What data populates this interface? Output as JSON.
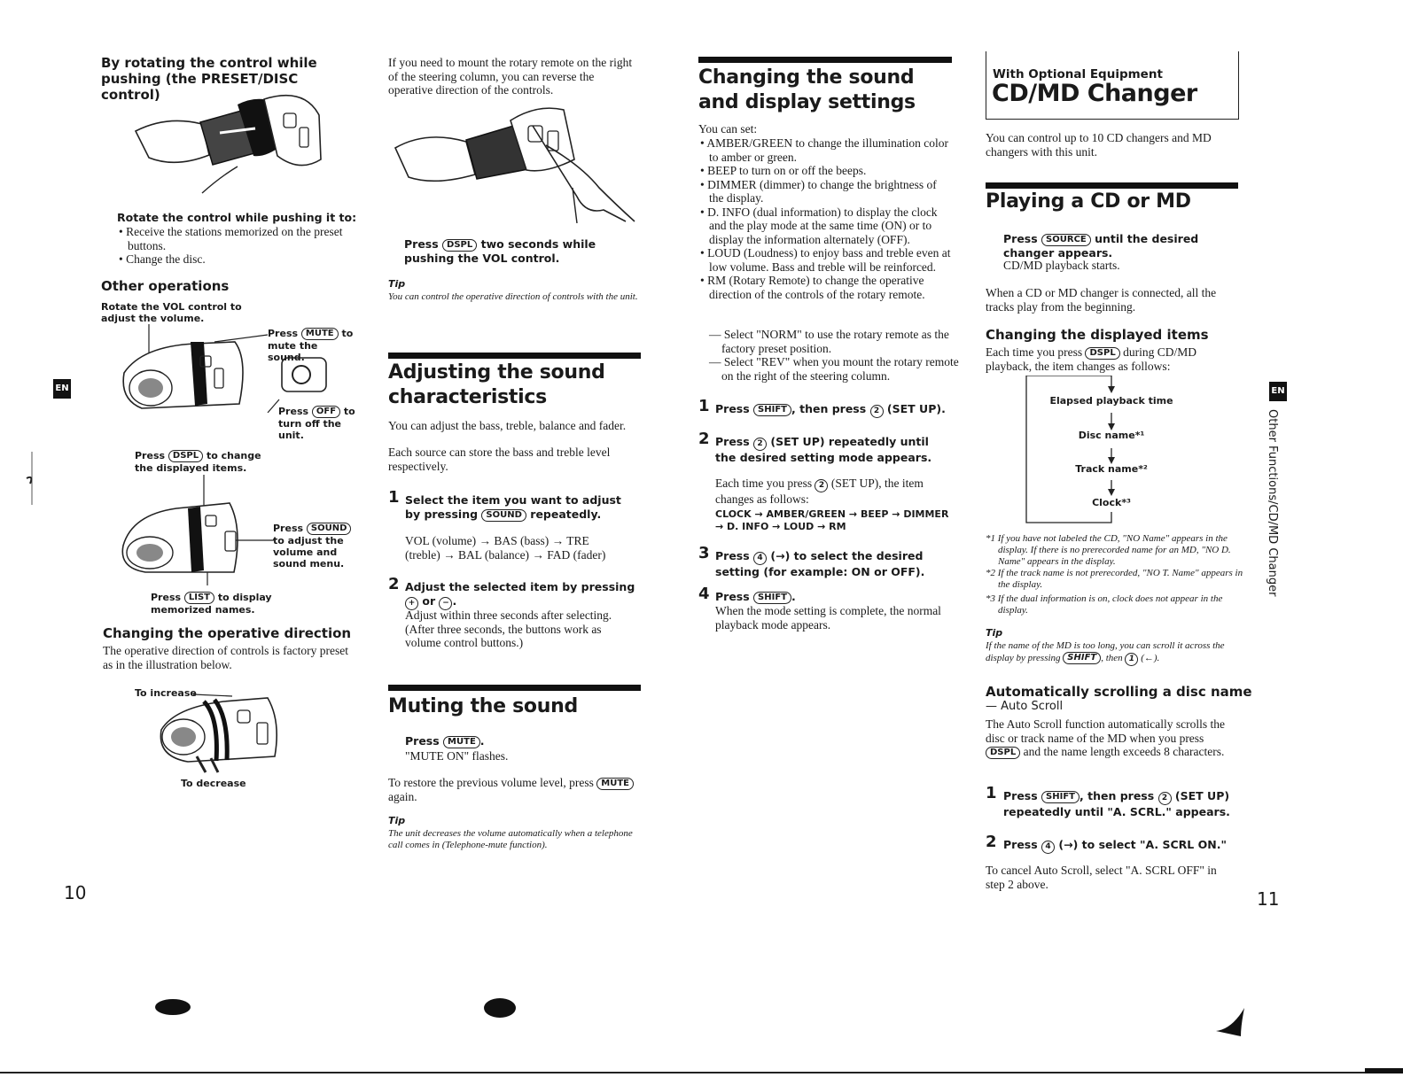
{
  "page_left": {
    "number": "10",
    "tab": "EN",
    "rotate_heading": "By rotating the control while pushing (the PRESET/DISC control)",
    "rotate_bold": "Rotate the control while pushing it to:",
    "rotate_items": [
      "Receive the stations memorized on the preset buttons.",
      "Change the disc."
    ],
    "other_heading": "Other operations",
    "vol_label": "Rotate the VOL control to adjust the volume.",
    "mute_label_press": "Press",
    "mute_label_key": "MUTE",
    "mute_label_rest": "to mute the sound.",
    "off_label_press": "Press",
    "off_label_key": "OFF",
    "off_label_rest": "to turn off the unit.",
    "dspl_label_press": "Press",
    "dspl_label_key": "DSPL",
    "dspl_label_rest": "to change the displayed items.",
    "sound_label_press": "Press",
    "sound_label_key": "SOUND",
    "sound_label_rest": "to adjust the volume and sound menu.",
    "list_label_press": "Press",
    "list_label_key": "LIST",
    "list_label_rest": "to display memorized names.",
    "direction_heading": "Changing the operative direction",
    "direction_text": "The operative direction of controls is factory preset as in the illustration below.",
    "to_increase": "To increase",
    "to_decrease": "To decrease",
    "mount_text": "If you need to mount the rotary remote on the right of the steering column, you can reverse the operative direction of the controls.",
    "press_dspl_a": "Press",
    "press_dspl_key": "DSPL",
    "press_dspl_b": "two seconds while pushing the VOL control.",
    "tip_label": "Tip",
    "tip_text": "You can control the operative direction of controls with the unit.",
    "adjust_title": "Adjusting the sound characteristics",
    "adjust_text1": "You can adjust the bass, treble, balance and fader.",
    "adjust_text2": "Each source can store the bass and treble level respectively.",
    "step1_num": "1",
    "step1_a": "Select the item you want to adjust by pressing",
    "step1_key": "SOUND",
    "step1_b": "repeatedly.",
    "step1_seq_a": "VOL (volume) → BAS (bass) → TRE",
    "step1_seq_b": "(treble) → BAL (balance) → FAD (fader)",
    "step2_num": "2",
    "step2_a": "Adjust the selected item by pressing",
    "step2_key1": "+",
    "step2_or": "or",
    "step2_key2": "−",
    "step2_text": "Adjust within three seconds after selecting. (After three seconds, the buttons work as volume control buttons.)",
    "mute_title": "Muting the sound",
    "mute_press": "Press",
    "mute_key": "MUTE",
    "mute_flash": "\"MUTE ON\" flashes.",
    "mute_restore_a": "To restore the previous volume level, press",
    "mute_restore_key": "MUTE",
    "mute_restore_b": "again.",
    "mute_tip_label": "Tip",
    "mute_tip_text": "The unit decreases the volume automatically when a telephone call comes in (Telephone-mute function)."
  },
  "page_right": {
    "number": "11",
    "tab": "EN",
    "side_label": "Other Functions/CD/MD Changer",
    "changing_title": "Changing the sound and display settings",
    "you_can_set": "You can set:",
    "set_items": [
      "AMBER/GREEN to change the illumination color to amber or green.",
      "BEEP to turn on or off the beeps.",
      "DIMMER (dimmer) to change the brightness of the display.",
      "D. INFO (dual information) to display the clock and the play mode at the same time (ON) or to display the information alternately (OFF).",
      "LOUD (Loudness) to enjoy bass and treble even at low volume. Bass and treble will be reinforced.",
      "RM (Rotary Remote) to change the operative direction of the controls of the rotary remote."
    ],
    "rm_sub": [
      "— Select \"NORM\" to use the rotary remote as the factory preset position.",
      "— Select \"REV\" when you mount the rotary remote on the right of the steering column."
    ],
    "s1_num": "1",
    "s1_a": "Press",
    "s1_key": "SHIFT",
    "s1_b": ", then press",
    "s1_circ": "2",
    "s1_c": "(SET UP).",
    "s2_num": "2",
    "s2_a": "Press",
    "s2_circ": "2",
    "s2_b": "(SET UP) repeatedly until the desired setting mode appears.",
    "s2_each_a": "Each time you press",
    "s2_each_circ": "2",
    "s2_each_b": "(SET UP), the item changes as follows:",
    "s2_seq": "CLOCK → AMBER/GREEN → BEEP → DIMMER → D. INFO → LOUD → RM",
    "s3_num": "3",
    "s3_a": "Press",
    "s3_circ": "4",
    "s3_b": "(→) to select the desired setting (for example: ON or OFF).",
    "s4_num": "4",
    "s4_a": "Press",
    "s4_key": "SHIFT",
    "s4_b": ".",
    "s4_text": "When the mode setting is complete, the normal playback mode appears.",
    "optional_small": "With Optional Equipment",
    "optional_big": "CD/MD Changer",
    "optional_text": "You can control up to 10 CD changers and MD changers with this unit.",
    "playing_title": "Playing a CD or MD",
    "play_a": "Press",
    "play_key": "SOURCE",
    "play_b": "until the desired changer appears.",
    "play_c": "CD/MD playback starts.",
    "play_text": "When a CD or MD changer is connected, all the tracks play from the beginning.",
    "disp_heading": "Changing the displayed items",
    "disp_a": "Each time you press",
    "disp_key": "DSPL",
    "disp_b": "during CD/MD playback, the item changes as follows:",
    "flow": [
      "Elapsed playback time",
      "Disc name*¹",
      "Track name*²",
      "Clock*³"
    ],
    "notes": [
      "*1 If you have not labeled the CD, \"NO Name\" appears in the display. If there is no prerecorded name for an MD, \"NO D. Name\" appears in the display.",
      "*2 If the track name is not prerecorded, \"NO T. Name\" appears in the display.",
      "*3 If the dual information is on, clock does not appear in the display."
    ],
    "tip_label": "Tip",
    "tip_a": "If the name of the MD is too long, you can scroll it across the display by pressing",
    "tip_key": "SHIFT",
    "tip_b": ", then",
    "tip_circ": "1",
    "tip_c": "(←).",
    "auto_heading": "Automatically scrolling a disc name",
    "auto_sub": "— Auto Scroll",
    "auto_text_a": "The Auto Scroll function automatically scrolls the disc or track name of the MD when you press",
    "auto_key": "DSPL",
    "auto_text_b": "and the name length exceeds 8 characters.",
    "a1_num": "1",
    "a1_a": "Press",
    "a1_key": "SHIFT",
    "a1_b": ", then press",
    "a1_circ": "2",
    "a1_c": "(SET UP) repeatedly until \"A. SCRL.\" appears.",
    "a2_num": "2",
    "a2_a": "Press",
    "a2_circ": "4",
    "a2_b": "(→) to select \"A. SCRL ON.\"",
    "cancel_text": "To cancel Auto Scroll, select \"A. SCRL OFF\" in step 2 above."
  }
}
